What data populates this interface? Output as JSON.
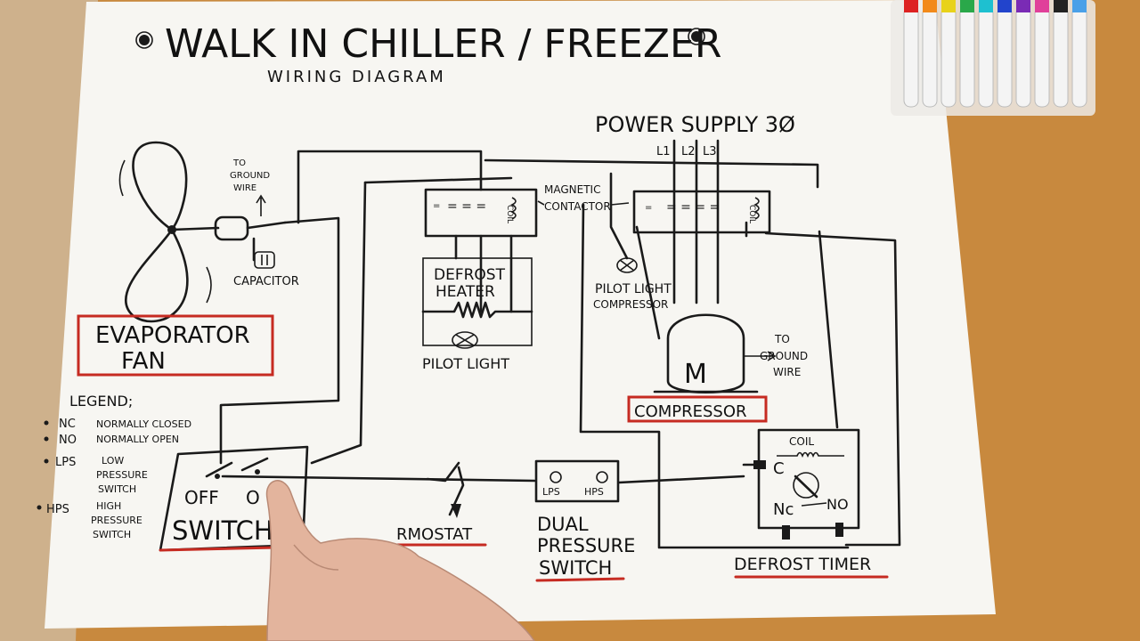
{
  "title": "WALK IN CHILLER / FREEZER",
  "subtitle": "WIRING DIAGRAM",
  "power_supply": {
    "label": "POWER SUPPLY 3Ø",
    "lines": [
      "L1",
      "L2",
      "L3"
    ]
  },
  "ground_left": "TO GROUND WIRE",
  "ground_right": "TO GROUND WIRE",
  "capacitor": "CAPACITOR",
  "evaporator_fan": [
    "EVAPORATOR",
    "FAN"
  ],
  "magnetic_contactor": [
    "MAGNETIC",
    "CONTACTOR"
  ],
  "coil_label": "COIL",
  "defrost_heater": [
    "DEFROST",
    "HEATER"
  ],
  "pilot_light": "PILOT LIGHT",
  "pilot_light_compressor": [
    "PILOT LIGHT",
    "COMPRESSOR"
  ],
  "motor_letter": "M",
  "compressor": "COMPRESSOR",
  "legend": {
    "title": "LEGEND;",
    "items": [
      {
        "abbr": "NC",
        "lines": [
          "NORMALLY CLOSED"
        ]
      },
      {
        "abbr": "NO",
        "lines": [
          "NORMALLY OPEN"
        ]
      },
      {
        "abbr": "LPS",
        "lines": [
          "LOW",
          "PRESSURE",
          "SWITCH"
        ]
      },
      {
        "abbr": "HPS",
        "lines": [
          "HIGH",
          "PRESSURE",
          "SWITCH"
        ]
      }
    ]
  },
  "switch": {
    "off": "OFF",
    "on": "O",
    "label": "SWITCH"
  },
  "thermostat": "RMOSTAT",
  "dual_pressure": {
    "lps": "LPS",
    "hps": "HPS",
    "label": [
      "DUAL",
      "PRESSURE",
      "SWITCH"
    ]
  },
  "defrost_timer": {
    "coil": "COIL",
    "c": "C",
    "nc": "Nc",
    "no": "NO",
    "label": "DEFROST TIMER"
  },
  "colors": {
    "paper": "#f7f6f2",
    "table": "#c8893e",
    "ink": "#1a1a1a",
    "underline": "#c62b22",
    "skin": "#e3b49d"
  },
  "markers": [
    "red",
    "orange",
    "yellow",
    "green",
    "cyan",
    "blue",
    "purple",
    "pink",
    "black",
    "light-blue"
  ]
}
